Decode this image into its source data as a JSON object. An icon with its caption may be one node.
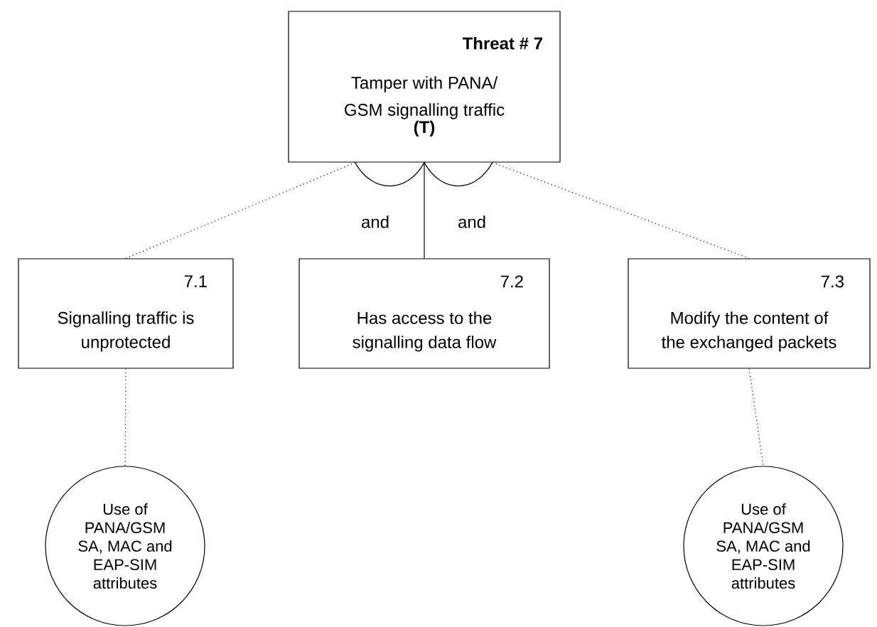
{
  "diagram": {
    "nodes": [
      {
        "text": [
          "Threat # 7",
          "Tamper with PANA/ GSM signalling traffic",
          "(T)"
        ]
      },
      {
        "text": [
          "7.1",
          "Signalling traffic is unprotected"
        ]
      },
      {
        "text": [
          "7.2",
          "Has access to the signalling data flow"
        ]
      },
      {
        "text": [
          "7.3",
          "Modify the content of the exchanged packets"
        ]
      },
      {
        "text": [
          "Use of PANA/GSM SA, MAC and EAP-SIM attributes"
        ]
      },
      {
        "text": [
          "Use of PANA/GSM SA, MAC and EAP-SIM attributes"
        ]
      }
    ],
    "edges": [
      {
        "from": 0,
        "to": 1,
        "arrow": "none",
        "style": "dashed"
      },
      {
        "from": 0,
        "to": 2,
        "arrow": "none"
      },
      {
        "from": 0,
        "to": 3,
        "arrow": "none",
        "style": "dashed"
      },
      {
        "from": 1,
        "to": 4,
        "arrow": "none",
        "style": "dashed"
      },
      {
        "from": 3,
        "to": 5,
        "arrow": "none",
        "style": "dashed"
      }
    ],
    "labels": [
      "and",
      "and"
    ]
  }
}
